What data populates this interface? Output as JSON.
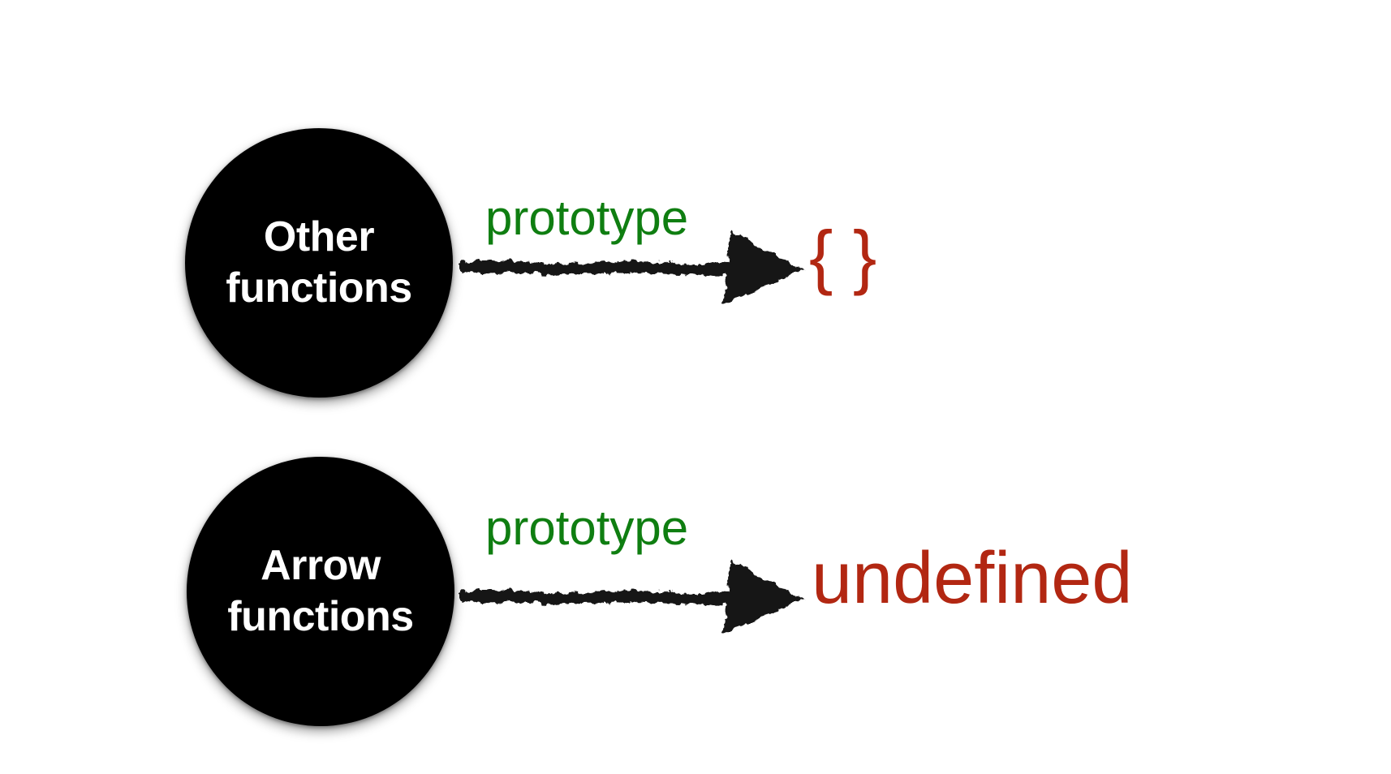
{
  "title": "Function prototype diagram",
  "colors": {
    "background": "#ffffff",
    "node_fill": "#000000",
    "node_text": "#ffffff",
    "edge_label_green": "#0f7e11",
    "value_red": "#b22712",
    "arrow_black": "#141414"
  },
  "rows": [
    {
      "node": {
        "line1": "Other",
        "line2": "functions"
      },
      "edge_label": "prototype",
      "value": "{ }"
    },
    {
      "node": {
        "line1": "Arrow",
        "line2": "functions"
      },
      "edge_label": "prototype",
      "value": "undefined"
    }
  ]
}
